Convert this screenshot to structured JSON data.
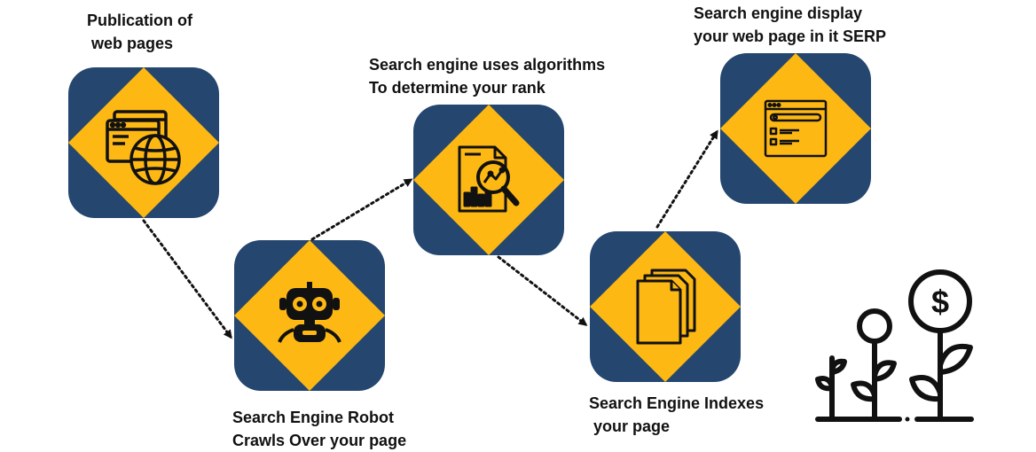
{
  "steps": [
    {
      "line1": "Publication of",
      "line2": " web pages",
      "icon": "browser-globe-icon"
    },
    {
      "line1": "Search Engine Robot",
      "line2": "Crawls Over your page",
      "icon": "robot-icon"
    },
    {
      "line1": "Search engine uses algorithms",
      "line2": "To determine your rank",
      "icon": "report-magnifier-icon"
    },
    {
      "line1": "Search Engine Indexes",
      "line2": " your page",
      "icon": "documents-stack-icon"
    },
    {
      "line1": "Search engine display",
      "line2": "your web page in it SERP",
      "icon": "serp-window-icon"
    }
  ],
  "decoration": {
    "icon": "growing-money-plant-icon"
  },
  "colors": {
    "tile": "#24466f",
    "diamond": "#fdb813",
    "ink": "#111111",
    "arrow": "#111111"
  }
}
